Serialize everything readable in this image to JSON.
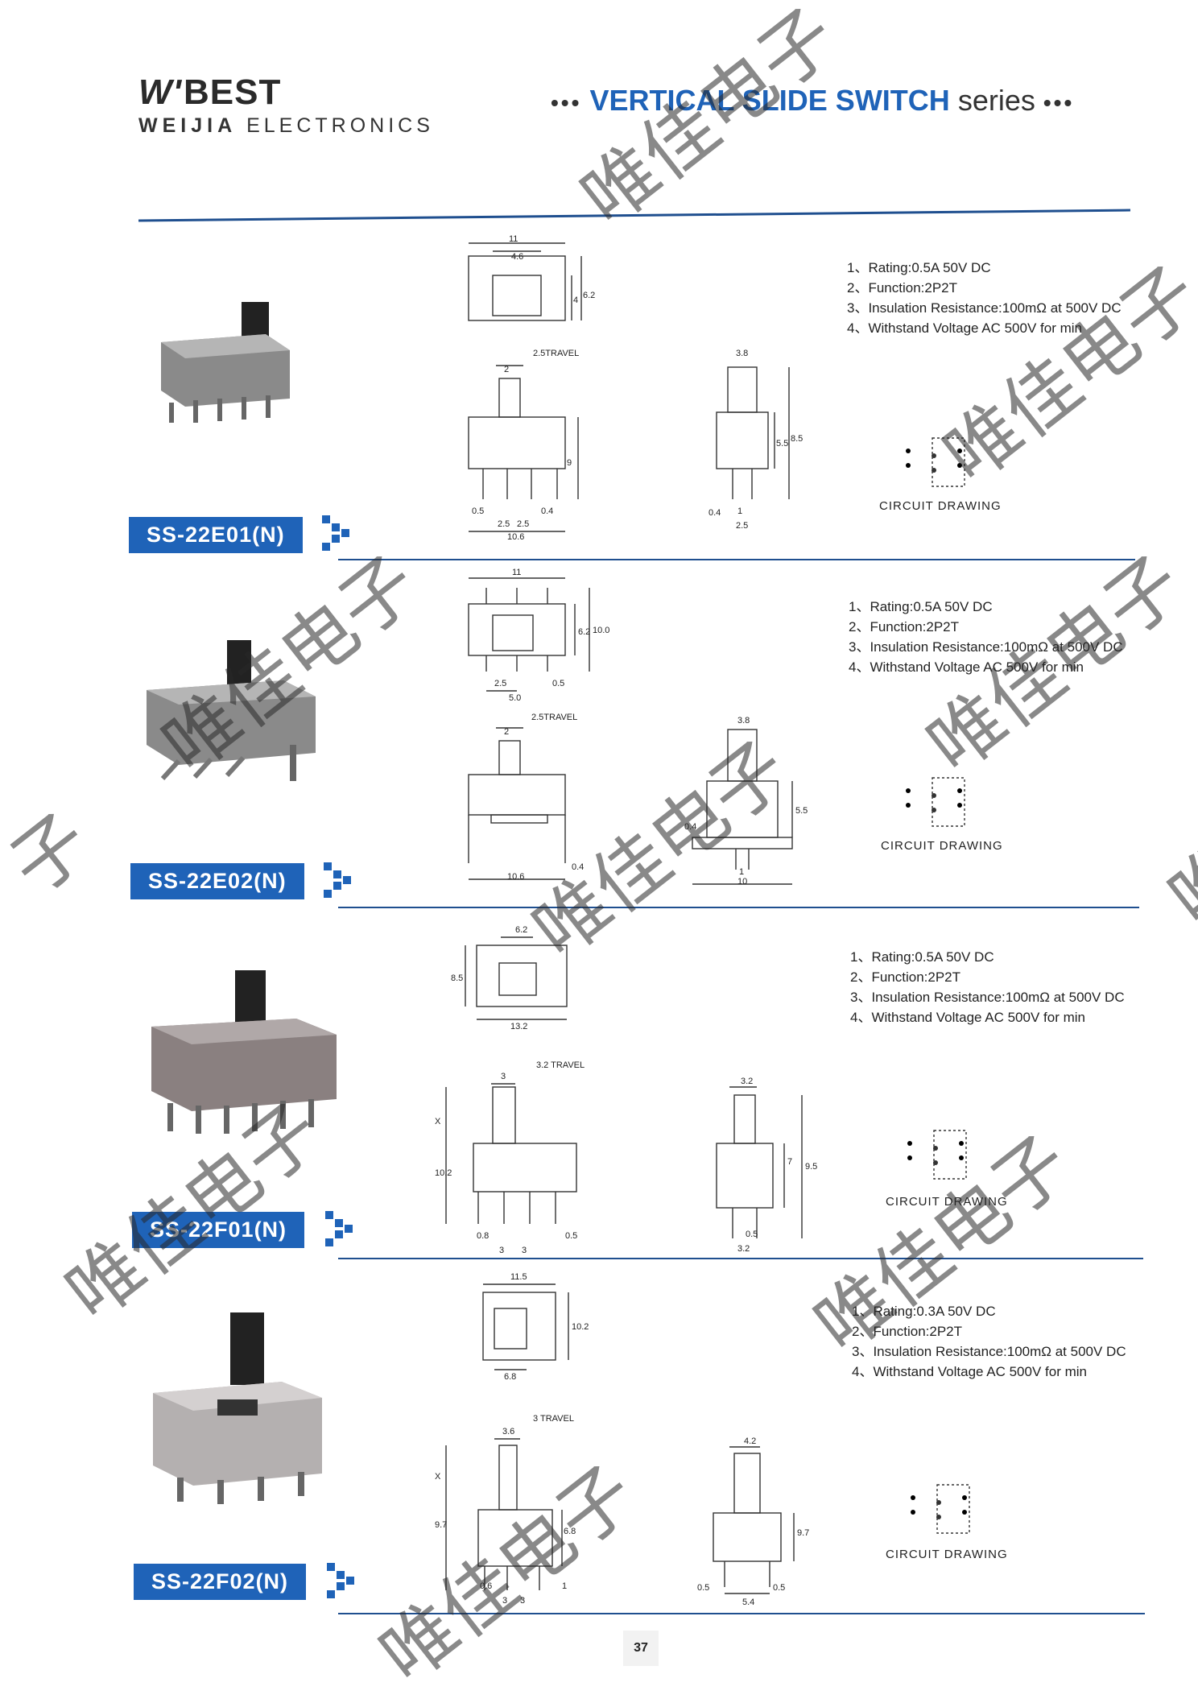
{
  "header": {
    "logo_mark": "BEST",
    "logo_vv": "W'",
    "logo_sub_bold": "WEIJIA",
    "logo_sub": "ELECTRONICS",
    "dots": "•••",
    "title": "VERTICAL SLIDE SWITCH",
    "series": "series"
  },
  "products": [
    {
      "model": "SS-22E01(N)",
      "specs": [
        "1、Rating:0.5A 50V DC",
        "2、Function:2P2T",
        "3、Insulation Resistance:100mΩ at 500V DC",
        "4、Withstand Voltage AC 500V for min"
      ],
      "circuit_label": "CIRCUIT DRAWING",
      "dims": {
        "top_w": "11",
        "top_slot": "4.6",
        "top_h1": "4",
        "top_h2": "6.2",
        "travel": "2.5TRAVEL",
        "knob": "2",
        "height": "9",
        "pin_l": "0.5",
        "pin_r": "0.4",
        "pitch1": "2.5",
        "pitch2": "2.5",
        "base": "10.6",
        "side_w": "3.8",
        "side_h1": "5.5",
        "side_h2": "8.5",
        "side_pin": "0.4",
        "side_pin2": "1",
        "side_base": "2.5"
      }
    },
    {
      "model": "SS-22E02(N)",
      "specs": [
        "1、Rating:0.5A 50V DC",
        "2、Function:2P2T",
        "3、Insulation Resistance:100mΩ at 500V DC",
        "4、Withstand Voltage AC 500V for min"
      ],
      "circuit_label": "CIRCUIT DRAWING",
      "dims": {
        "top_w": "11",
        "top_h1": "6.2",
        "top_h2": "10.0",
        "pitch": "2.5",
        "pin": "0.5",
        "base": "5.0",
        "travel": "2.5TRAVEL",
        "knob": "2",
        "front_base": "10.6",
        "front_pin": "0.4",
        "side_w": "3.8",
        "side_h": "5.5",
        "side_pin": "0.4",
        "side_pin2": "1",
        "side_base": "10"
      }
    },
    {
      "model": "SS-22F01(N)",
      "specs": [
        "1、Rating:0.5A 50V DC",
        "2、Function:2P2T",
        "3、Insulation Resistance:100mΩ at 500V DC",
        "4、Withstand Voltage AC 500V for min"
      ],
      "circuit_label": "CIRCUIT DRAWING",
      "dims": {
        "top_slot": "6.2",
        "top_h": "8.5",
        "top_w": "13.2",
        "travel": "3.2 TRAVEL",
        "knob": "3",
        "x": "X",
        "height": "10.2",
        "pin_l": "0.8",
        "pin_r": "0.5",
        "pitch1": "3",
        "pitch2": "3",
        "side_w": "3.2",
        "side_h1": "7",
        "side_h2": "9.5",
        "side_pin": "0.5",
        "side_base": "3.2"
      }
    },
    {
      "model": "SS-22F02(N)",
      "specs": [
        "1、Rating:0.3A 50V DC",
        "2、Function:2P2T",
        "3、Insulation Resistance:100mΩ at 500V DC",
        "4、Withstand Voltage AC 500V for min"
      ],
      "circuit_label": "CIRCUIT DRAWING",
      "dims": {
        "top_w": "11.5",
        "top_h": "10.2",
        "top_slot": "6.8",
        "travel": "3 TRAVEL",
        "knob": "3.6",
        "x": "X",
        "height": "9.7",
        "inner": "6.8",
        "pin_l": "0.6",
        "pin_r": "1",
        "pitch1": "3",
        "pitch2": "3",
        "side_w": "4.2",
        "side_h": "9.7",
        "side_pin_l": "0.5",
        "side_pin_r": "0.5",
        "side_base": "5.4"
      }
    }
  ],
  "page_number": "37",
  "watermarks": [
    "唯佳电子",
    "唯佳电子",
    "唯佳电子",
    "唯佳电子",
    "唯佳电子",
    "唯佳电子",
    "唯佳电子",
    "唯佳电子",
    "子",
    "唯"
  ]
}
